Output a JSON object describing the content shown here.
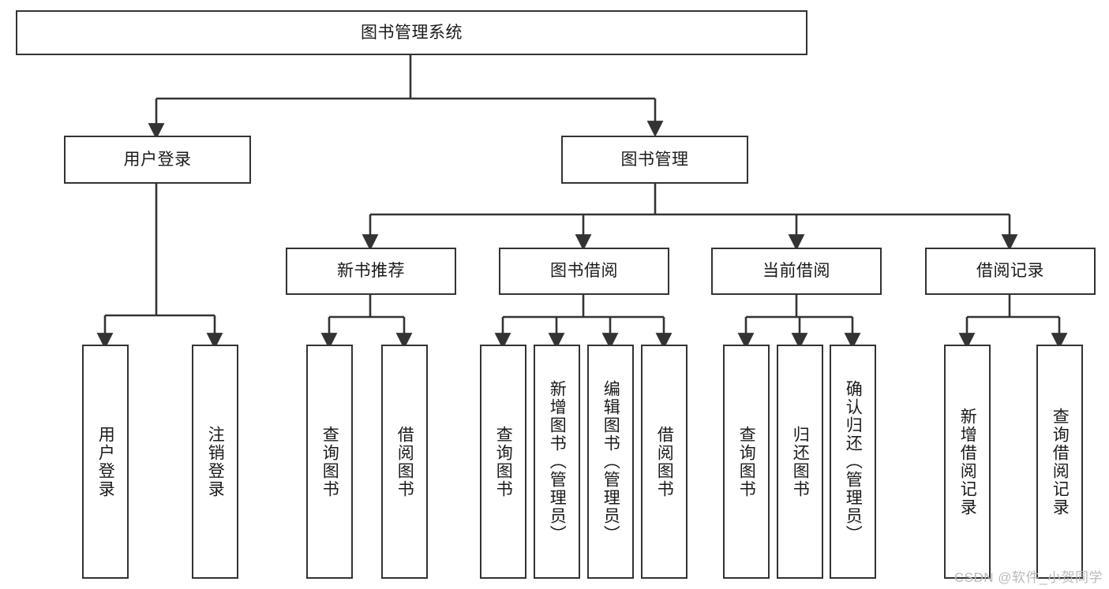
{
  "diagram": {
    "title": "图书管理系统",
    "type": "tree",
    "watermark": "CSDN @软件_小贺同学",
    "colors": {
      "box_border": "#333333",
      "box_fill": "#ffffff",
      "connector": "#333333",
      "text": "#1a1a1a",
      "watermark": "#b9b9b9",
      "background": "#ffffff"
    },
    "levels": {
      "root": {
        "label": "图书管理系统"
      },
      "level1": [
        {
          "id": "login",
          "label": "用户登录"
        },
        {
          "id": "bookmgmt",
          "label": "图书管理"
        }
      ],
      "level2": [
        {
          "id": "newbook",
          "label": "新书推荐",
          "parent": "bookmgmt"
        },
        {
          "id": "borrow",
          "label": "图书借阅",
          "parent": "bookmgmt"
        },
        {
          "id": "current",
          "label": "当前借阅",
          "parent": "bookmgmt"
        },
        {
          "id": "records",
          "label": "借阅记录",
          "parent": "bookmgmt"
        }
      ],
      "leaves": [
        {
          "id": "leaf-1",
          "label": "用户登录",
          "parent": "login"
        },
        {
          "id": "leaf-2",
          "label": "注销登录",
          "parent": "login"
        },
        {
          "id": "leaf-3",
          "label": "查询图书",
          "parent": "newbook"
        },
        {
          "id": "leaf-4",
          "label": "借阅图书",
          "parent": "newbook"
        },
        {
          "id": "leaf-5",
          "label": "查询图书",
          "parent": "borrow"
        },
        {
          "id": "leaf-6",
          "label": "新增图书（管理员）",
          "parent": "borrow"
        },
        {
          "id": "leaf-7",
          "label": "编辑图书（管理员）",
          "parent": "borrow"
        },
        {
          "id": "leaf-8",
          "label": "借阅图书",
          "parent": "borrow"
        },
        {
          "id": "leaf-9",
          "label": "查询图书",
          "parent": "current"
        },
        {
          "id": "leaf-10",
          "label": "归还图书",
          "parent": "current"
        },
        {
          "id": "leaf-11",
          "label": "确认归还（管理员）",
          "parent": "current"
        },
        {
          "id": "leaf-12",
          "label": "新增借阅记录",
          "parent": "records"
        },
        {
          "id": "leaf-13",
          "label": "查询借阅记录",
          "parent": "records"
        }
      ]
    }
  }
}
